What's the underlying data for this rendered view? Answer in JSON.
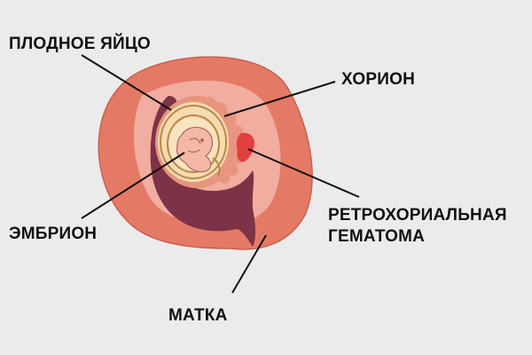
{
  "labels": {
    "gestational_sac": "ПЛОДНОЕ ЯЙЦО",
    "chorion": "ХОРИОН",
    "embryo": "ЭМБРИОН",
    "hematoma_line1": "РЕТРОХОРИАЛЬНАЯ",
    "hematoma_line2": "ГЕМАТОМА",
    "uterus": "МАТКА"
  },
  "colors": {
    "background": "#ebebeb",
    "uterus_wall": "#e47a66",
    "uterus_inner": "#f0ada0",
    "cavity": "#7d3347",
    "chorion": "#e8957f",
    "sac": "#f6dcb0",
    "amnion": "#b8884a",
    "embryo": "#f4b7a8",
    "hematoma": "#e23f3f",
    "leader_lines": "#111111"
  }
}
